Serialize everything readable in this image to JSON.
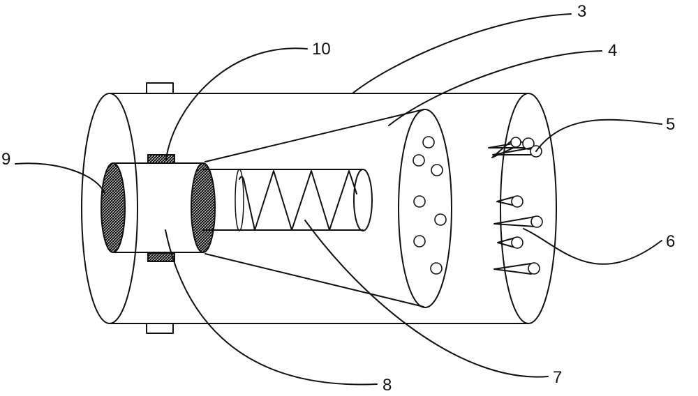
{
  "labels": {
    "l3": "3",
    "l4": "4",
    "l5": "5",
    "l6": "6",
    "l7": "7",
    "l8": "8",
    "l9": "9",
    "l10": "10"
  },
  "colors": {
    "line": "#111111",
    "background": "#ffffff"
  }
}
